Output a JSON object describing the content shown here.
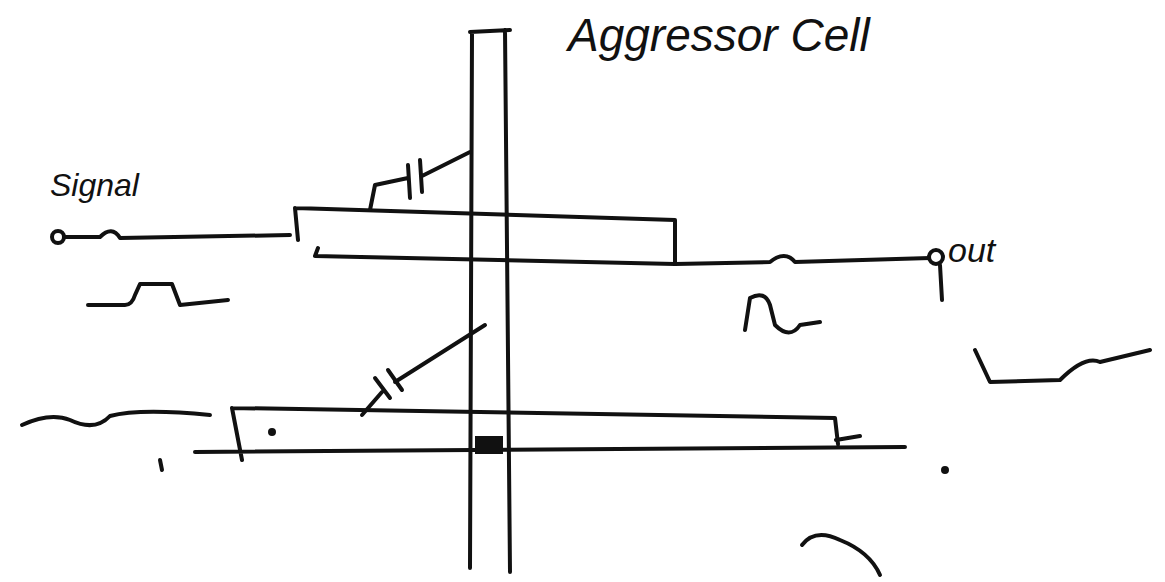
{
  "diagram": {
    "labels": [
      "Aggressor Cell",
      "Signal",
      "out"
    ]
  }
}
